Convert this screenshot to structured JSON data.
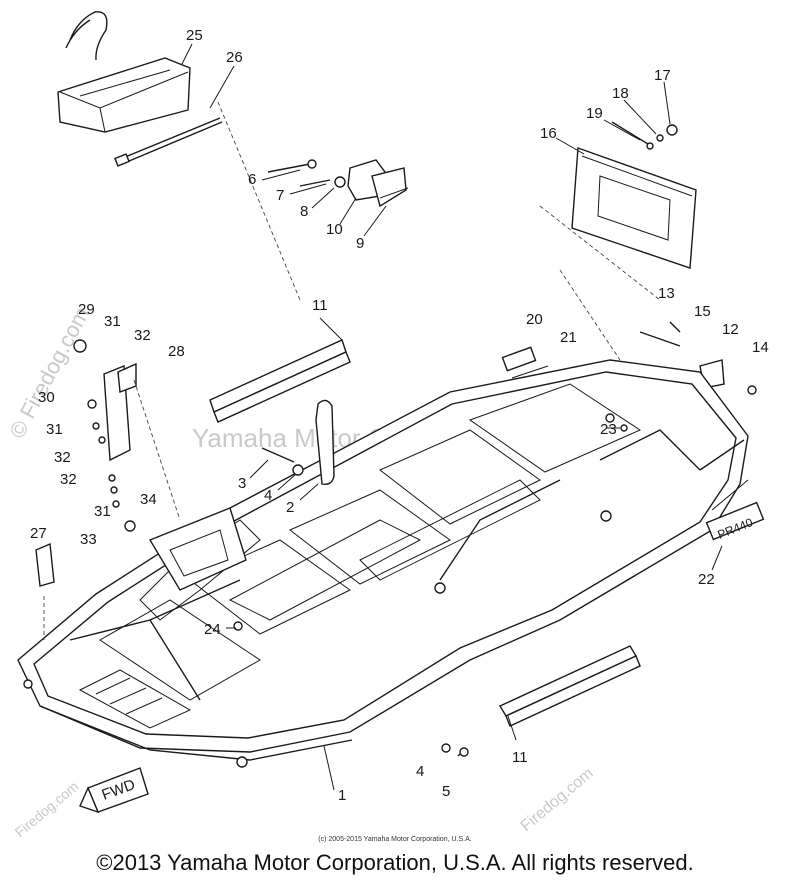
{
  "watermarks": {
    "center": "Yamaha Motor Corp., U.S.A.",
    "site": "Firedog.com",
    "site_short": "© Firedog.com"
  },
  "labels": {
    "fwd": "FWD",
    "model_plate": "PR440"
  },
  "callouts": [
    "1",
    "2",
    "3",
    "4",
    "5",
    "6",
    "7",
    "8",
    "9",
    "10",
    "11",
    "12",
    "13",
    "14",
    "15",
    "16",
    "17",
    "18",
    "19",
    "20",
    "21",
    "22",
    "23",
    "24",
    "25",
    "26",
    "27",
    "28",
    "29",
    "30",
    "31",
    "32",
    "33",
    "34"
  ],
  "footer": {
    "source": "(c) 2005-2015 Yamaha Motor Corporation, U.S.A.",
    "copyright": "©2013 Yamaha Motor Corporation, U.S.A. All rights reserved."
  }
}
